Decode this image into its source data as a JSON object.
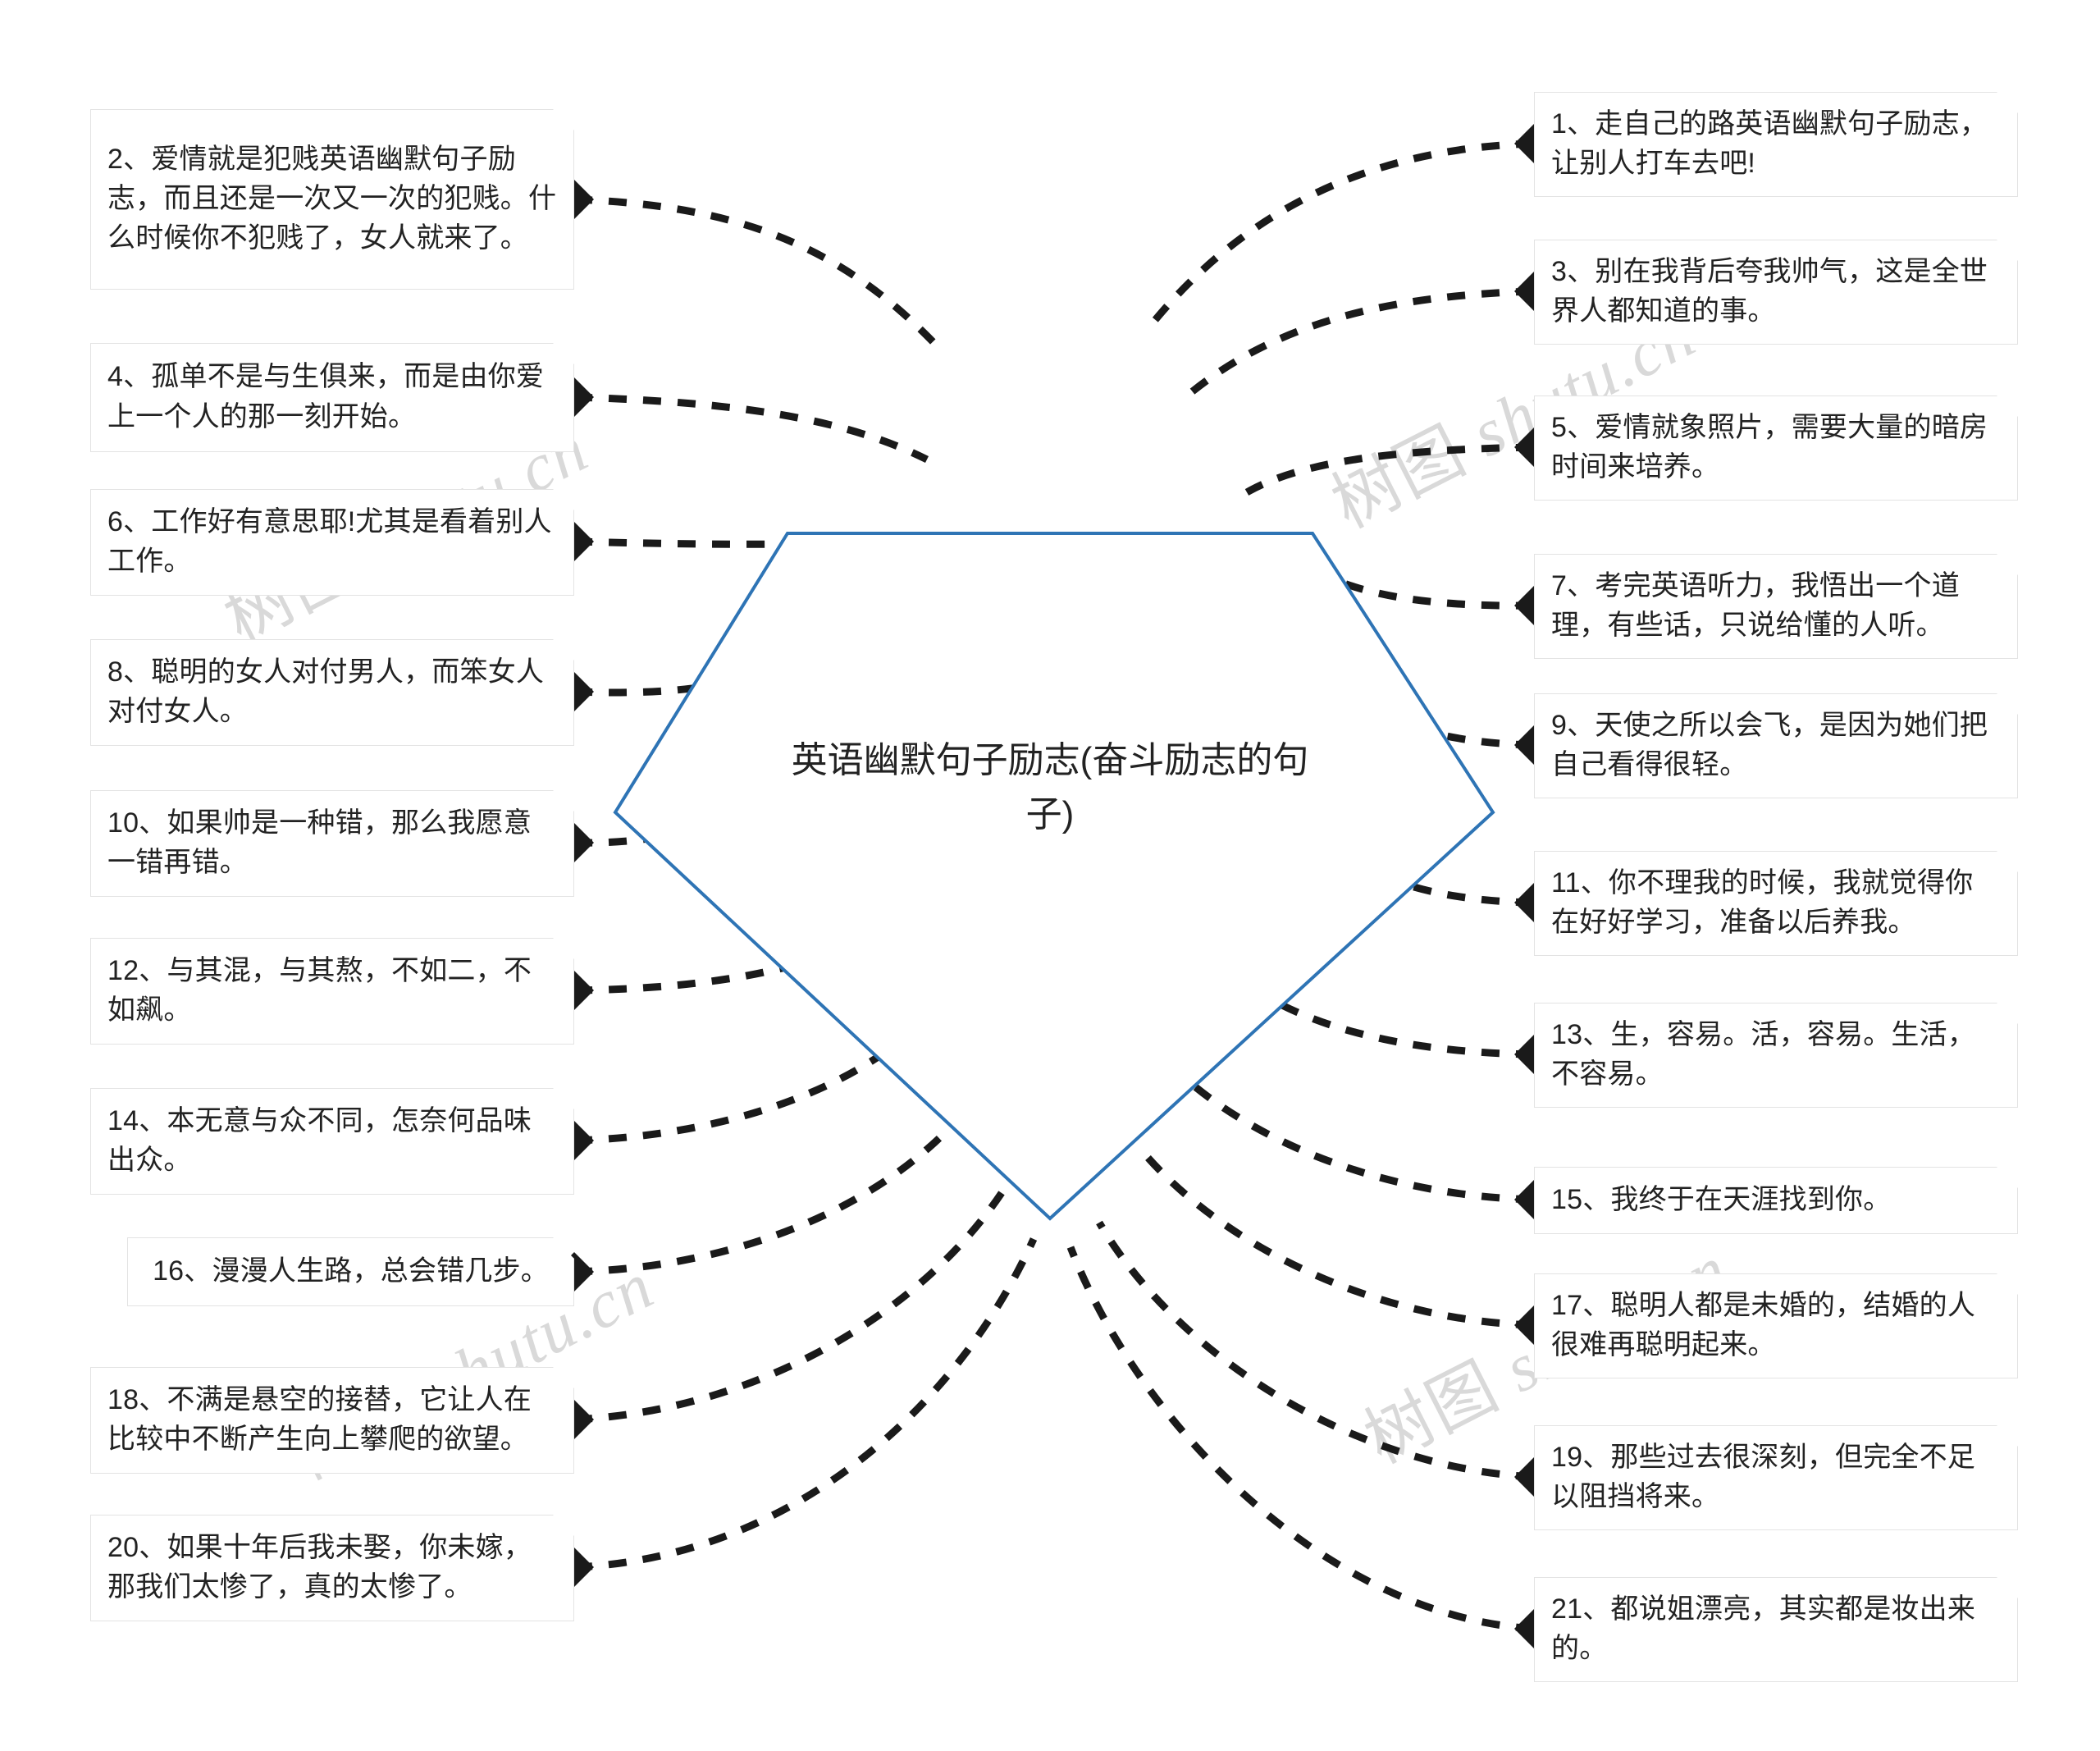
{
  "diagram": {
    "type": "mindmap",
    "center": {
      "title": "英语幽默句子励志(奋斗励志的句子)",
      "shape": "pentagon",
      "stroke_color": "#2E74B5",
      "fill_color": "#FFFFFF"
    },
    "connector": {
      "style": "dashed",
      "color": "#1A1A1A",
      "marker": "diamond"
    },
    "node_style": {
      "background": "#FFFFFF",
      "border_color": "#E3E3E3",
      "corner": "beveled-top-right"
    },
    "watermark_text_1": "树图",
    "watermark_text_2": "shutu.cn",
    "watermark_color": "#D9D9D9"
  },
  "left_nodes": [
    {
      "id": "n2",
      "text": "2、爱情就是犯贱英语幽默句子励志，而且还是一次又一次的犯贱。什么时候你不犯贱了，女人就来了。"
    },
    {
      "id": "n4",
      "text": "4、孤单不是与生俱来，而是由你爱上一个人的那一刻开始。"
    },
    {
      "id": "n6",
      "text": "6、工作好有意思耶!尤其是看着别人工作。"
    },
    {
      "id": "n8",
      "text": "8、聪明的女人对付男人，而笨女人对付女人。"
    },
    {
      "id": "n10",
      "text": "10、如果帅是一种错，那么我愿意一错再错。"
    },
    {
      "id": "n12",
      "text": "12、与其混，与其熬，不如二，不如飙。"
    },
    {
      "id": "n14",
      "text": "14、本无意与众不同，怎奈何品味出众。"
    },
    {
      "id": "n16",
      "text": "16、漫漫人生路，总会错几步。"
    },
    {
      "id": "n18",
      "text": "18、不满是悬空的接替，它让人在比较中不断产生向上攀爬的欲望。"
    },
    {
      "id": "n20",
      "text": "20、如果十年后我未娶，你未嫁，那我们太惨了，真的太惨了。"
    }
  ],
  "right_nodes": [
    {
      "id": "n1",
      "text": "1、走自己的路英语幽默句子励志，让别人打车去吧!"
    },
    {
      "id": "n3",
      "text": "3、别在我背后夸我帅气，这是全世界人都知道的事。"
    },
    {
      "id": "n5",
      "text": "5、爱情就象照片，需要大量的暗房时间来培养。"
    },
    {
      "id": "n7",
      "text": "7、考完英语听力，我悟出一个道理，有些话，只说给懂的人听。"
    },
    {
      "id": "n9",
      "text": "9、天使之所以会飞，是因为她们把自己看得很轻。"
    },
    {
      "id": "n11",
      "text": "11、你不理我的时候，我就觉得你在好好学习，准备以后养我。"
    },
    {
      "id": "n13",
      "text": "13、生，容易。活，容易。生活，不容易。"
    },
    {
      "id": "n15",
      "text": "15、我终于在天涯找到你。"
    },
    {
      "id": "n17",
      "text": "17、聪明人都是未婚的，结婚的人很难再聪明起来。"
    },
    {
      "id": "n19",
      "text": "19、那些过去很深刻，但完全不足以阻挡将来。"
    },
    {
      "id": "n21",
      "text": "21、都说姐漂亮，其实都是妆出来的。"
    }
  ]
}
